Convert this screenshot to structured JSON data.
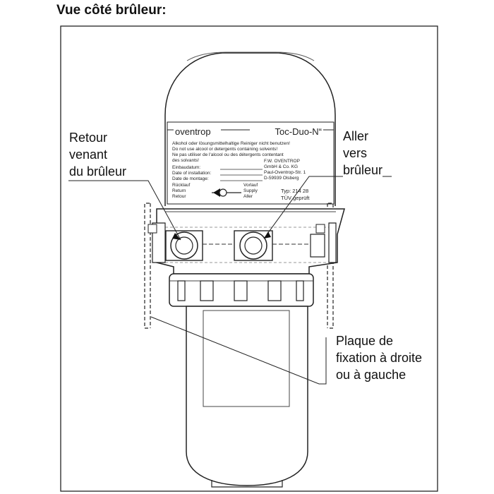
{
  "title": "Vue côté brûleur:",
  "callouts": {
    "left": [
      "Retour",
      "venant",
      "du brûleur"
    ],
    "right": [
      "Aller",
      "vers",
      "brûleur"
    ],
    "plate": [
      "Plaque de",
      "fixation à droite",
      "ou à gauche"
    ]
  },
  "label": {
    "brand": "oventrop",
    "model": "Toc-Duo-N“",
    "warnings": [
      "Alkohol oder lösungsmittelhaltige Reiniger nicht benutzen!",
      "Do not use alcool or detergents containing solvents!",
      "Ne pas utiliser de l'alcool ou des détergents contentant",
      "des solvants!"
    ],
    "date_labels": [
      "Einbaudatum:",
      "Date of installation:",
      "Date de montage:"
    ],
    "address": [
      "F.W. OVENTROP",
      "GmbH & Co. KG",
      "Paul-Oventrop-Str. 1",
      "D-59939 Olsberg"
    ],
    "return_labels": [
      "Rücklauf",
      "Return",
      "Retour"
    ],
    "supply_labels": [
      "Vorlauf",
      "Supply",
      "Aller"
    ],
    "type_lines": [
      "Typ: 214 28",
      "TÜV geprüft"
    ]
  }
}
